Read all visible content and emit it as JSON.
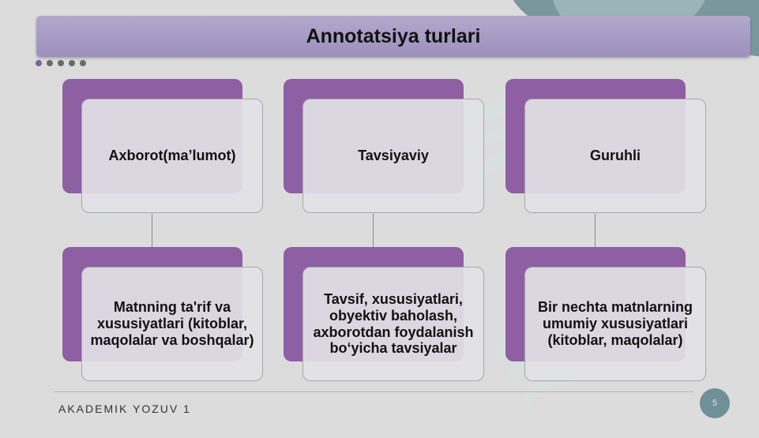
{
  "title": "Annotatsiya turlari",
  "columns": [
    {
      "heading": "Axborot(ma’lumot)",
      "description": "Matnning ta'rif va xususiyatlari (kitoblar, maqolalar va boshqalar)"
    },
    {
      "heading": "Tavsiyaviy",
      "description": "Tavsif, xususiyatlari, obyektiv baholash, axborotdan foydalanish bo‘yicha tavsiyalar"
    },
    {
      "heading": "Guruhli",
      "description": "Bir nechta matnlarning umumiy xususiyatlari (kitoblar, maqolalar)"
    }
  ],
  "footer": {
    "label": "AKADEMIK YOZUV 1",
    "page_number": "5"
  },
  "colors": {
    "accent": "#8e5fa3",
    "title_bar": "#a89dc6",
    "page_badge": "#6f9096"
  }
}
